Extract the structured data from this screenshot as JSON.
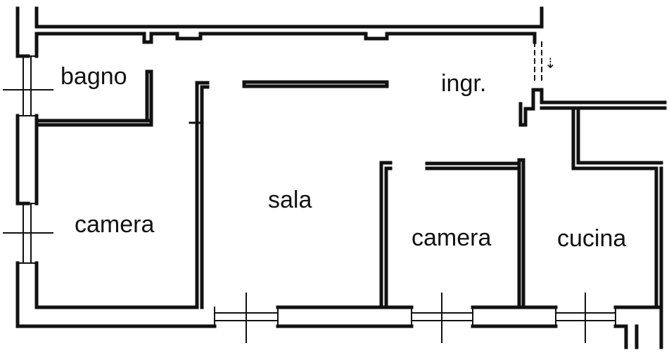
{
  "rooms": {
    "bagno": "bagno",
    "ingresso": "ingr.",
    "sala": "sala",
    "camera_1": "camera",
    "camera_2": "camera",
    "cucina": "cucina"
  },
  "colors": {
    "wall": "#111111",
    "background": "#ffffff"
  },
  "icons": {
    "entry": "entry-arrow-icon"
  }
}
